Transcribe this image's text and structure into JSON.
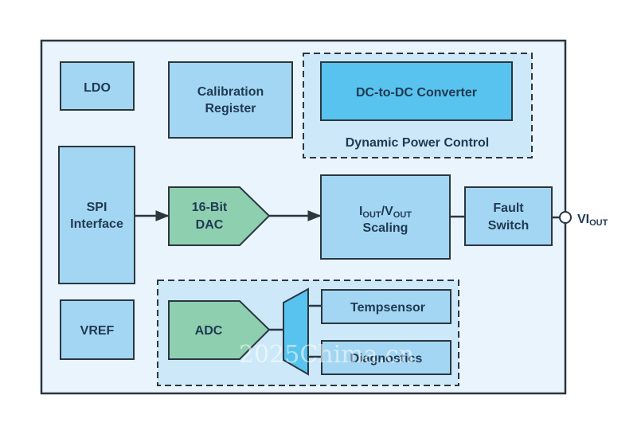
{
  "colors": {
    "chip_background": "#eaf4fc",
    "chip_border": "#2b3640",
    "block_fill": "#a3d6f3",
    "highlight_block_fill": "#58c3ee",
    "group_fill": "#cde8f8",
    "converter_fill": "#8ecfb0",
    "label_color": "#1f3a52"
  },
  "blocks": {
    "ldo": "LDO",
    "calibration_register": [
      "Calibration",
      "Register"
    ],
    "dc_to_dc_converter": "DC-to-DC Converter",
    "dynamic_power_control": "Dynamic Power Control",
    "spi_interface": [
      "SPI",
      "Interface"
    ],
    "dac": [
      "16-Bit",
      "DAC"
    ],
    "scaling": {
      "line1_i": "I",
      "line1_i_sub": "OUT",
      "line1_sep": "/",
      "line1_v": "V",
      "line1_v_sub": "OUT",
      "line2": "Scaling"
    },
    "fault_switch": [
      "Fault",
      "Switch"
    ],
    "output_pin": {
      "main": "VI",
      "sub": "OUT"
    },
    "vref": "VREF",
    "adc": "ADC",
    "tempsensor": "Tempsensor",
    "diagnostics": "Diagnostics"
  },
  "watermark": "2025Chima.cn"
}
